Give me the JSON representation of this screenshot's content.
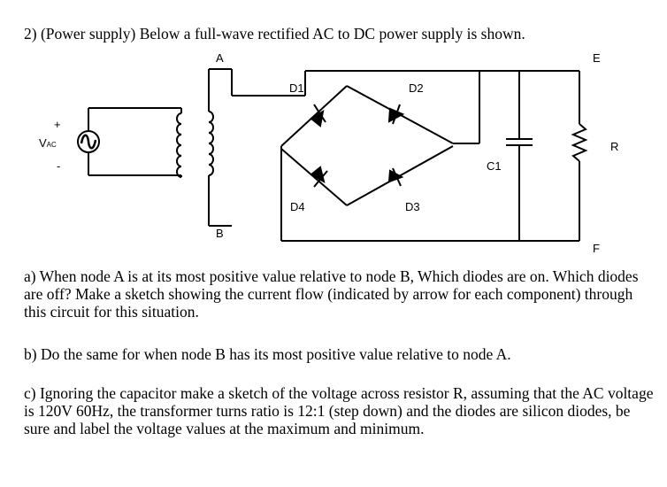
{
  "question_title": "2) (Power supply) Below a full-wave rectified AC to DC power supply is shown.",
  "circuit": {
    "node_a": "A",
    "node_b": "B",
    "node_e": "E",
    "node_f": "F",
    "d1": "D1",
    "d2": "D2",
    "d3": "D3",
    "d4": "D4",
    "c1": "C1",
    "r": "R",
    "vac_v": "V",
    "vac_sub": "AC",
    "plus": "+",
    "minus": "-"
  },
  "part_a": "a) When node A is at its most positive value relative to node B, Which diodes are on. Which diodes are off? Make a sketch showing the current flow (indicated by arrow for each component) through this circuit for this situation.",
  "part_b": "b) Do the same for when node B has its most positive value relative to node A.",
  "part_c": "c) Ignoring the capacitor make a sketch of the voltage across resistor R, assuming that the AC voltage is 120V 60Hz, the transformer turns ratio is 12:1 (step down) and the diodes are silicon diodes, be sure and label the voltage values at the maximum and minimum."
}
